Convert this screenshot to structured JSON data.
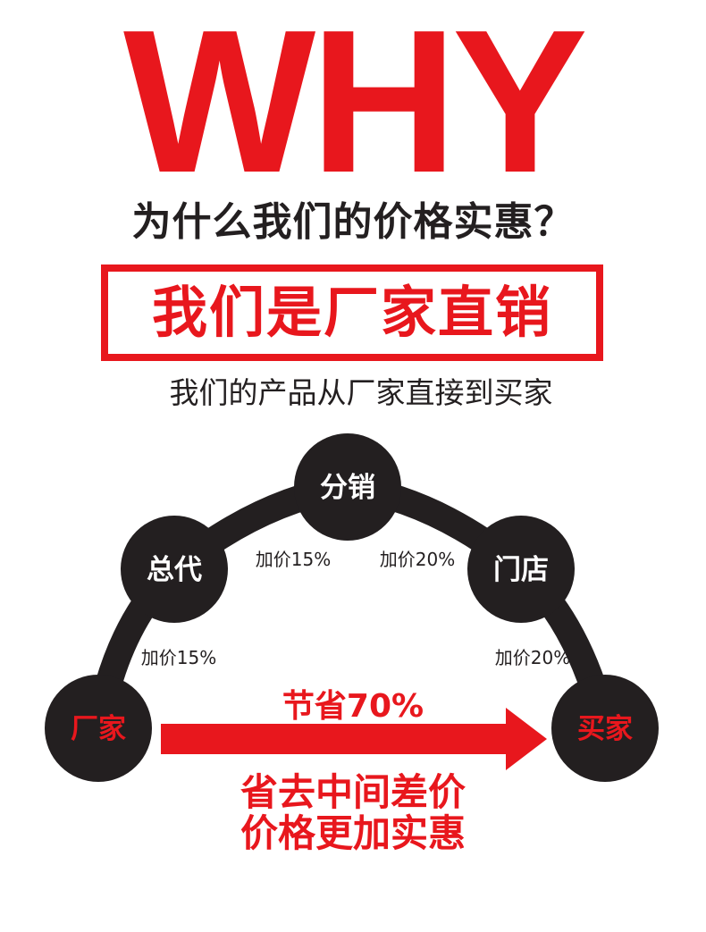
{
  "header": {
    "why": "WHY",
    "question": "为什么我们的价格实惠？",
    "banner": "我们是厂家直销",
    "subtitle": "我们的产品从厂家直接到买家"
  },
  "diagram": {
    "nodes": [
      {
        "label": "厂家",
        "highlight": true
      },
      {
        "label": "总代",
        "highlight": false
      },
      {
        "label": "分销",
        "highlight": false
      },
      {
        "label": "门店",
        "highlight": false
      },
      {
        "label": "买家",
        "highlight": true
      }
    ],
    "steps": [
      "加价15%",
      "加价15%",
      "加价20%",
      "加价20%"
    ],
    "saving": "节省70%",
    "result_lines": [
      "省去中间差价",
      "价格更加实惠"
    ]
  },
  "colors": {
    "accent": "#e8171d",
    "node": "#231f20",
    "text": "#231f20"
  }
}
